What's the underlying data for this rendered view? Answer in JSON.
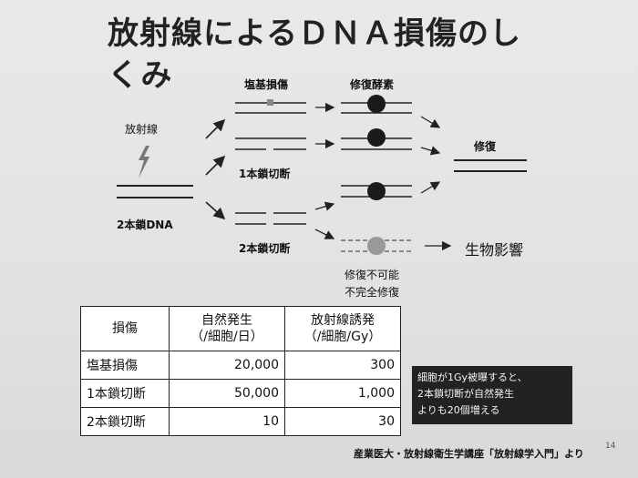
{
  "title": "放射線によるＤＮＡ損傷のしくみ",
  "diagram": {
    "radiation_label": "放射線",
    "dna_label": "2本鎖DNA",
    "base_damage_label": "塩基損傷",
    "repair_enzyme_label": "修復酵素",
    "single_break_label": "1本鎖切断",
    "double_break_label": "2本鎖切断",
    "repair_label": "修復",
    "unrepairable_label": "修復不可能",
    "incomplete_label": "不完全修復",
    "bio_effect_label": "生物影響"
  },
  "table": {
    "headers": [
      "損傷",
      "自然発生\n（/細胞/日）",
      "放射線誘発\n（/細胞/Gy）"
    ],
    "rows": [
      {
        "name": "塩基損傷",
        "natural": "20,000",
        "radiation": "300"
      },
      {
        "name": "1本鎖切断",
        "natural": "50,000",
        "radiation": "1,000"
      },
      {
        "name": "2本鎖切断",
        "natural": "10",
        "radiation": "30"
      }
    ]
  },
  "note": "細胞が1Gy被曝すると、2本鎖切断が自然発生よりも20個増える",
  "note_lines": [
    "細胞が1Gy被曝すると、",
    "2本鎖切断が自然発生",
    "よりも20個増える"
  ],
  "source": "産業医大・放射線衛生学講座「放射線学入門」より",
  "page_number": "14"
}
